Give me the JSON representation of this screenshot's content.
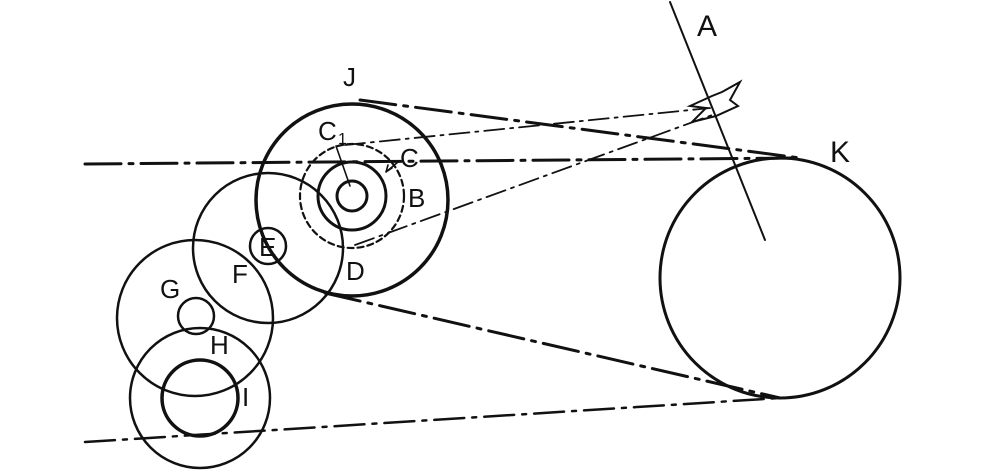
{
  "labels": {
    "a": "A",
    "j": "J",
    "k": "K",
    "c1_main": "C",
    "c1_sub": "1",
    "c": "C",
    "b": "B",
    "d": "D",
    "e": "E",
    "f": "F",
    "g": "G",
    "h": "H",
    "i": "I"
  },
  "colors": {
    "ink": "#111111",
    "background": "#ffffff"
  }
}
